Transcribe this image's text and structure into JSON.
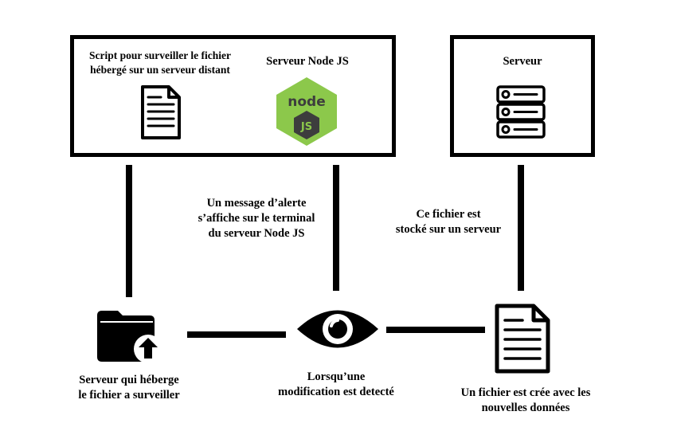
{
  "top_left_box": {
    "script_label_line1": "Script pour surveiller le fichier",
    "script_label_line2": "hébergé sur un serveur distant",
    "nodejs_label": "Serveur Node JS",
    "nodejs_logo_text": "node",
    "nodejs_logo_js": "JS"
  },
  "top_right_box": {
    "label": "Serveur"
  },
  "middle": {
    "alert_line1": "Un message d’alerte",
    "alert_line2": "s’affiche sur le terminal",
    "alert_line3": "du serveur Node JS",
    "stored_line1": "Ce fichier est",
    "stored_line2": "stocké sur un serveur"
  },
  "bottom": {
    "host_line1": "Serveur qui héberge",
    "host_line2": "le fichier a surveiller",
    "detect_line1": "Lorsqu’une",
    "detect_line2": "modification est detecté",
    "newfile_line1": "Un fichier est crée avec les",
    "newfile_line2": "nouvelles données"
  },
  "colors": {
    "node_green": "#8cc84b",
    "node_dark": "#3d3d3d",
    "line": "#000000"
  }
}
